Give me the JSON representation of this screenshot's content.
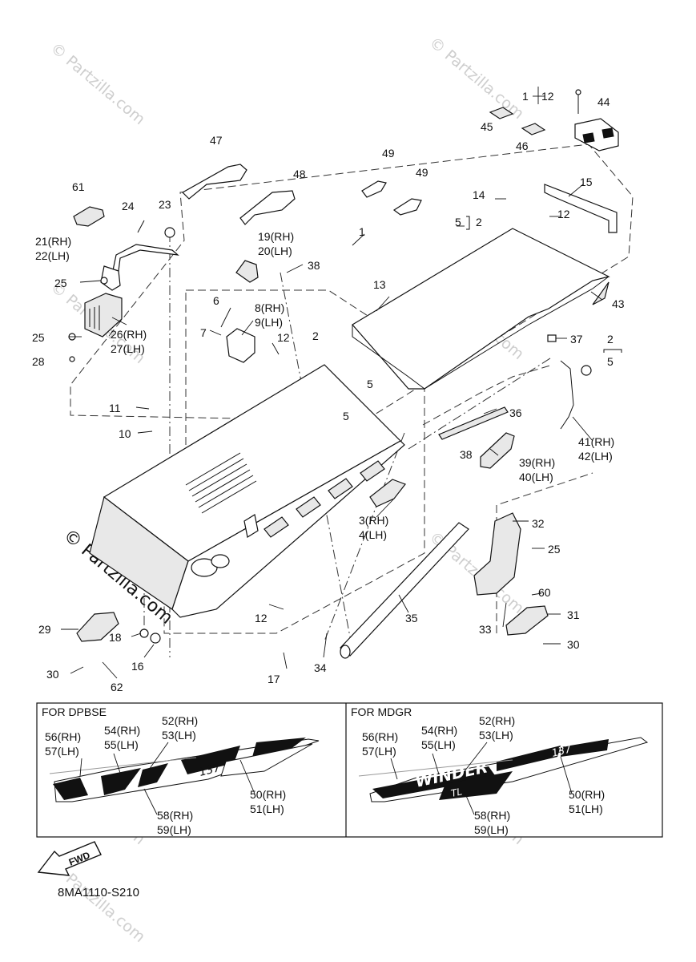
{
  "diagram_code": "8MA1110-S210",
  "watermark": "© Partzilla.com",
  "direction_badge": "FWD",
  "panels": [
    {
      "title": "FOR DPBSE"
    },
    {
      "title": "FOR MDGR"
    }
  ],
  "callouts": {
    "c1": "1",
    "c12a": "12",
    "c44": "44",
    "c45": "45",
    "c46": "46",
    "c47": "47",
    "c48": "48",
    "c49a": "49",
    "c49b": "49",
    "c61": "61",
    "c24": "24",
    "c23": "23",
    "c15": "15",
    "c14": "14",
    "c12b": "12",
    "c5a": "5",
    "c2a": "2",
    "c21": "21(RH)",
    "c22": "22(LH)",
    "c19": "19(RH)",
    "c20": "20(LH)",
    "c38a": "38",
    "c1b": "1",
    "c13": "13",
    "c25a": "25",
    "c43": "43",
    "c6": "6",
    "c8": "8(RH)",
    "c9": "9(LH)",
    "c25b": "25",
    "c26": "26(RH)",
    "c27": "27(LH)",
    "c7": "7",
    "c12c": "12",
    "c2b": "2",
    "c37": "37",
    "c2c": "2",
    "c5b": "5",
    "c28": "28",
    "c11": "11",
    "c5c": "5",
    "c5d": "5",
    "c36": "36",
    "c10": "10",
    "c41": "41(RH)",
    "c42": "42(LH)",
    "c38b": "38",
    "c39": "39(RH)",
    "c40": "40(LH)",
    "c3": "3(RH)",
    "c4": "4(LH)",
    "c32": "32",
    "c25c": "25",
    "c60": "60",
    "c12d": "12",
    "c35": "35",
    "c29": "29",
    "c18": "18",
    "c31": "31",
    "c33": "33",
    "c30a": "30",
    "c16": "16",
    "c30b": "30",
    "c34": "34",
    "c62": "62",
    "c17": "17",
    "p1_56": "56(RH)",
    "p1_57": "57(LH)",
    "p1_54": "54(RH)",
    "p1_55": "55(LH)",
    "p1_52": "52(RH)",
    "p1_53": "53(LH)",
    "p1_50": "50(RH)",
    "p1_51": "51(LH)",
    "p1_58": "58(RH)",
    "p1_59": "59(LH)",
    "p2_56": "56(RH)",
    "p2_57": "57(LH)",
    "p2_54": "54(RH)",
    "p2_55": "55(LH)",
    "p2_52": "52(RH)",
    "p2_53": "53(LH)",
    "p2_50": "50(RH)",
    "p2_51": "51(LH)",
    "p2_58": "58(RH)",
    "p2_59": "59(LH)"
  },
  "decal_text": {
    "p1_model": "137",
    "p2_model_a": "137",
    "p2_brand": "WINDER",
    "p2_sub": "TL"
  }
}
